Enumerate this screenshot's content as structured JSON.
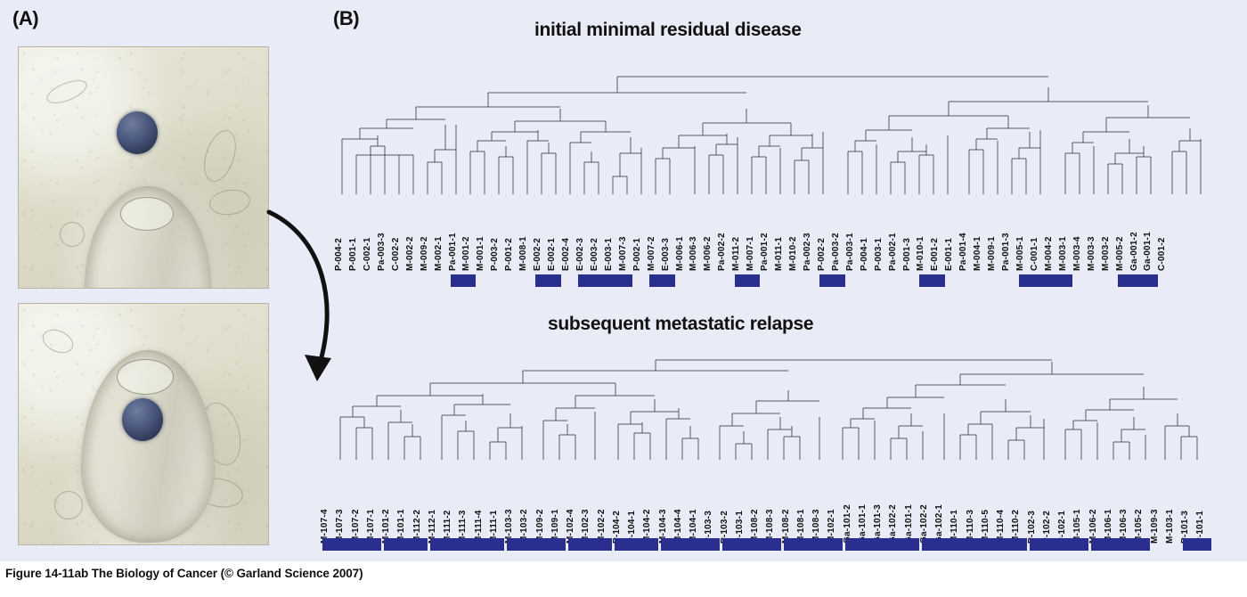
{
  "panels": {
    "a_letter": "(A)",
    "b_letter": "(B)"
  },
  "caption": "Figure 14-11ab  The Biology of Cancer (© Garland Science 2007)",
  "colors": {
    "background": "#e9ecf6",
    "highlight_bar": "#2a2f8f",
    "tree_line": "#555a66",
    "text": "#111111"
  },
  "micrographs": [
    {
      "name": "micrograph-top",
      "description": "phase-contrast micrograph, cell above micropipette tip"
    },
    {
      "name": "micrograph-bottom",
      "description": "phase-contrast micrograph, cell captured inside micropipette tip"
    }
  ],
  "arrow": {
    "name": "flow-arrow",
    "description": "curved arrow from panel A to panel B"
  },
  "chart_data": [
    {
      "type": "dendrogram",
      "id": "initial-minimal-residual-disease",
      "title": "initial minimal residual disease",
      "leaf_count": 61,
      "leaves": [
        "P-004-2",
        "P-001-1",
        "C-002-1",
        "Pa-003-3",
        "C-002-2",
        "M-002-2",
        "M-009-2",
        "M-002-1",
        "Pa-001-1",
        "M-001-2",
        "M-001-1",
        "P-003-2",
        "P-001-2",
        "M-008-1",
        "E-002-2",
        "E-002-1",
        "E-002-4",
        "E-002-3",
        "E-003-2",
        "E-003-1",
        "M-007-3",
        "P-002-1",
        "M-007-2",
        "E-003-3",
        "M-006-1",
        "M-006-3",
        "M-006-2",
        "Pa-002-2",
        "M-011-2",
        "M-007-1",
        "Pa-001-2",
        "M-011-1",
        "M-010-2",
        "Pa-002-3",
        "P-002-2",
        "Pa-003-2",
        "Pa-003-1",
        "P-004-1",
        "P-003-1",
        "Pa-002-1",
        "P-001-3",
        "M-010-1",
        "E-001-2",
        "E-001-1",
        "Pa-001-4",
        "M-004-1",
        "M-009-1",
        "Pa-001-3",
        "M-005-1",
        "C-001-1",
        "M-004-2",
        "M-003-1",
        "M-003-4",
        "M-003-3",
        "M-003-2",
        "M-005-2",
        "Ga-001-2",
        "Ga-001-1",
        "C-001-2"
      ],
      "highlighted_leaf_runs": [
        [
          8,
          9
        ],
        [
          14,
          15
        ],
        [
          17,
          20
        ],
        [
          22,
          23
        ],
        [
          28,
          29
        ],
        [
          34,
          35
        ],
        [
          41,
          42
        ],
        [
          48,
          51
        ],
        [
          55,
          57
        ]
      ]
    },
    {
      "type": "dendrogram",
      "id": "subsequent-metastatic-relapse",
      "title": "subsequent metastatic relapse",
      "leaf_count": 55,
      "leaves": [
        "M-107-4",
        "M-107-3",
        "M-107-2",
        "M-107-1",
        "M-101-2",
        "M-101-1",
        "M-112-2",
        "M-112-1",
        "M-111-2",
        "M-111-3",
        "M-111-4",
        "M-111-1",
        "M-103-3",
        "M-103-2",
        "M-109-2",
        "M-109-1",
        "M-102-4",
        "M-102-3",
        "M-102-2",
        "P-104-2",
        "P-104-1",
        "M-104-2",
        "M-104-3",
        "M-104-4",
        "M-104-1",
        "P-103-3",
        "P-103-2",
        "P-103-1",
        "M-108-2",
        "M-108-3",
        "M-108-2",
        "M-108-1",
        "M-108-3",
        "M-102-1",
        "Ga-101-2",
        "Ga-101-1",
        "Ga-101-3",
        "Ga-102-2",
        "Ga-101-1",
        "Ga-102-2",
        "Ga-102-1",
        "M-110-1",
        "M-110-3",
        "M-110-5",
        "M-110-4",
        "M-110-2",
        "P-102-3",
        "P-102-2",
        "P-102-1",
        "M-105-1",
        "M-106-2",
        "M-106-1",
        "M-106-3",
        "M-105-2",
        "M-109-3",
        "M-103-1",
        "P-101-3",
        "P-101-1"
      ],
      "highlighted_leaf_runs": [
        [
          0,
          3
        ],
        [
          4,
          6
        ],
        [
          7,
          11
        ],
        [
          12,
          15
        ],
        [
          16,
          18
        ],
        [
          19,
          21
        ],
        [
          22,
          25
        ],
        [
          26,
          29
        ],
        [
          30,
          33
        ],
        [
          34,
          38
        ],
        [
          39,
          45
        ],
        [
          46,
          49
        ],
        [
          50,
          53
        ],
        [
          56,
          57
        ]
      ]
    }
  ]
}
